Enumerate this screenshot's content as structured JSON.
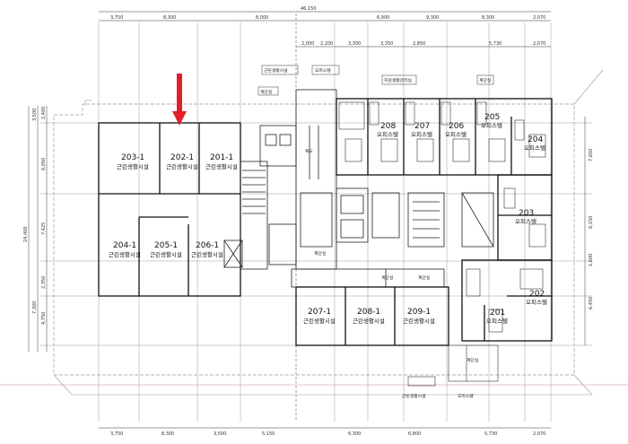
{
  "dimensions": {
    "overall_top": "46,150",
    "top_row": [
      "3,750",
      "8,300",
      "8,000",
      "6,900",
      "9,300",
      "8,300",
      "2,070"
    ],
    "top_sub_row": [
      "2,000",
      "2,200",
      "3,300",
      "3,350",
      "2,850",
      "5,730",
      "2,070"
    ],
    "bottom_row": [
      "3,750",
      "8,300",
      "3,500",
      "5,150",
      "6,300",
      "6,800",
      "5,730",
      "2,070"
    ],
    "left_overall": "24,400",
    "left_row": [
      "3,500",
      "2,400",
      "6,050",
      "7,425",
      "2,350",
      "4,750"
    ],
    "right_row": [
      "7,650",
      "6,150",
      "1,600",
      "6,450"
    ],
    "left_extra": "7,300"
  },
  "rooms": [
    {
      "id": "203-1",
      "use": "근린생활시설"
    },
    {
      "id": "202-1",
      "use": "근린생활시설"
    },
    {
      "id": "201-1",
      "use": "근린생활시설"
    },
    {
      "id": "204-1",
      "use": "근린생활시설"
    },
    {
      "id": "205-1",
      "use": "근린생활시설"
    },
    {
      "id": "206-1",
      "use": "근린생활시설"
    },
    {
      "id": "207-1",
      "use": "근린생활시설"
    },
    {
      "id": "208-1",
      "use": "근린생활시설"
    },
    {
      "id": "209-1",
      "use": "근린생활시설"
    },
    {
      "id": "208",
      "use": "오피스텔"
    },
    {
      "id": "207",
      "use": "오피스텔"
    },
    {
      "id": "206",
      "use": "오피스텔"
    },
    {
      "id": "205",
      "use": "오피스텔"
    },
    {
      "id": "204",
      "use": "오피스텔"
    },
    {
      "id": "203",
      "use": "오피스텔"
    },
    {
      "id": "202",
      "use": "오피스텔"
    },
    {
      "id": "201",
      "use": "오피스텔"
    }
  ],
  "labels": {
    "top_a": "근린생활시설",
    "top_b": "오피스텔",
    "top_c": "계단실",
    "top_d": "지원생활관리실",
    "top_e": "계단실",
    "mid_a": "복도",
    "mid_b": "계단실",
    "mid_c": "계단실",
    "mid_d": "계단실",
    "bottom_a": "근린생활시설",
    "bottom_b": "오피스텔",
    "right_a": "계단실"
  },
  "colors": {
    "arrow": "#e0202a",
    "lines": "#222222",
    "grid": "#9a9a9a",
    "edge_line": "#d8b0c0"
  }
}
